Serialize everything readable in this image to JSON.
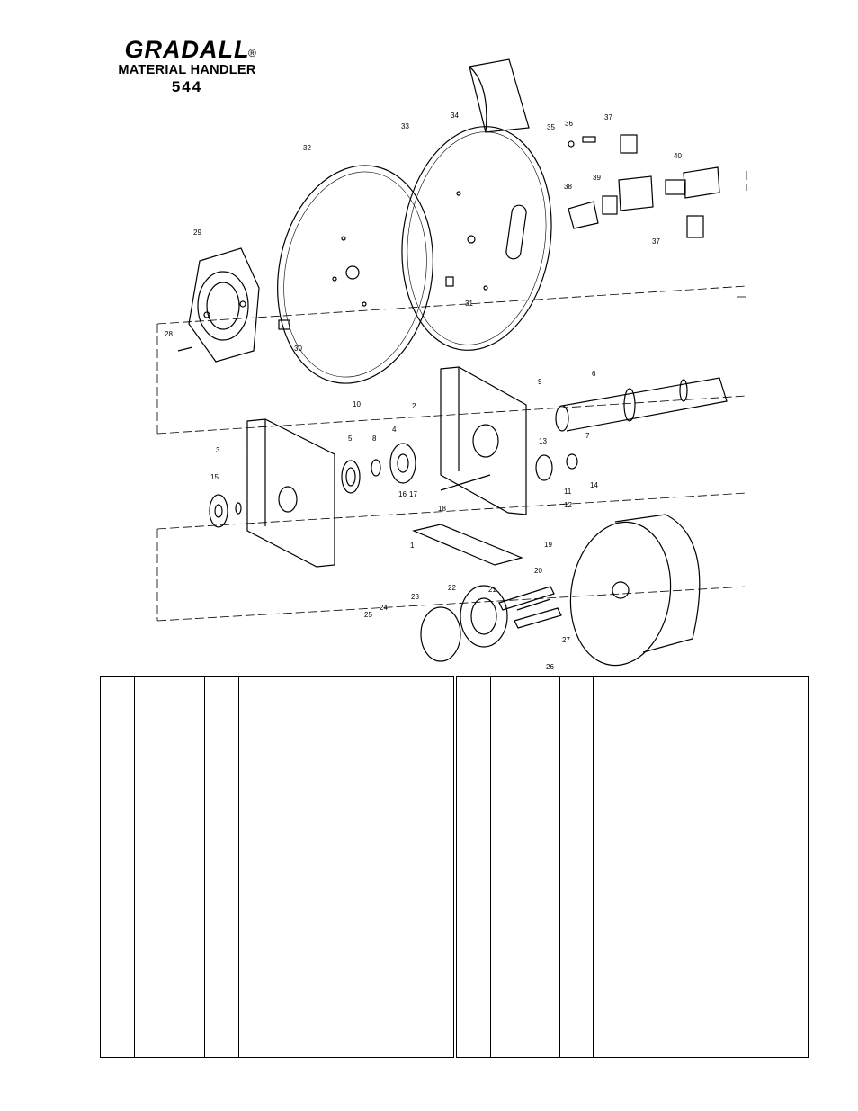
{
  "header": {
    "brand": "GRADALL",
    "registered_mark": "®",
    "subtitle": "MATERIAL HANDLER",
    "model": "544"
  },
  "callouts": [
    "1",
    "2",
    "3",
    "4",
    "5",
    "6",
    "7",
    "8",
    "9",
    "10",
    "11",
    "12",
    "13",
    "14",
    "15",
    "16",
    "17",
    "18",
    "19",
    "20",
    "21",
    "22",
    "23",
    "24",
    "25",
    "26",
    "27",
    "28",
    "29",
    "30",
    "31",
    "32",
    "33",
    "34",
    "35",
    "36",
    "37",
    "38",
    "39",
    "40"
  ],
  "parts_tables": [
    {
      "columns": [
        "",
        "",
        "",
        ""
      ],
      "rows": []
    },
    {
      "columns": [
        "",
        "",
        "",
        ""
      ],
      "rows": []
    }
  ]
}
